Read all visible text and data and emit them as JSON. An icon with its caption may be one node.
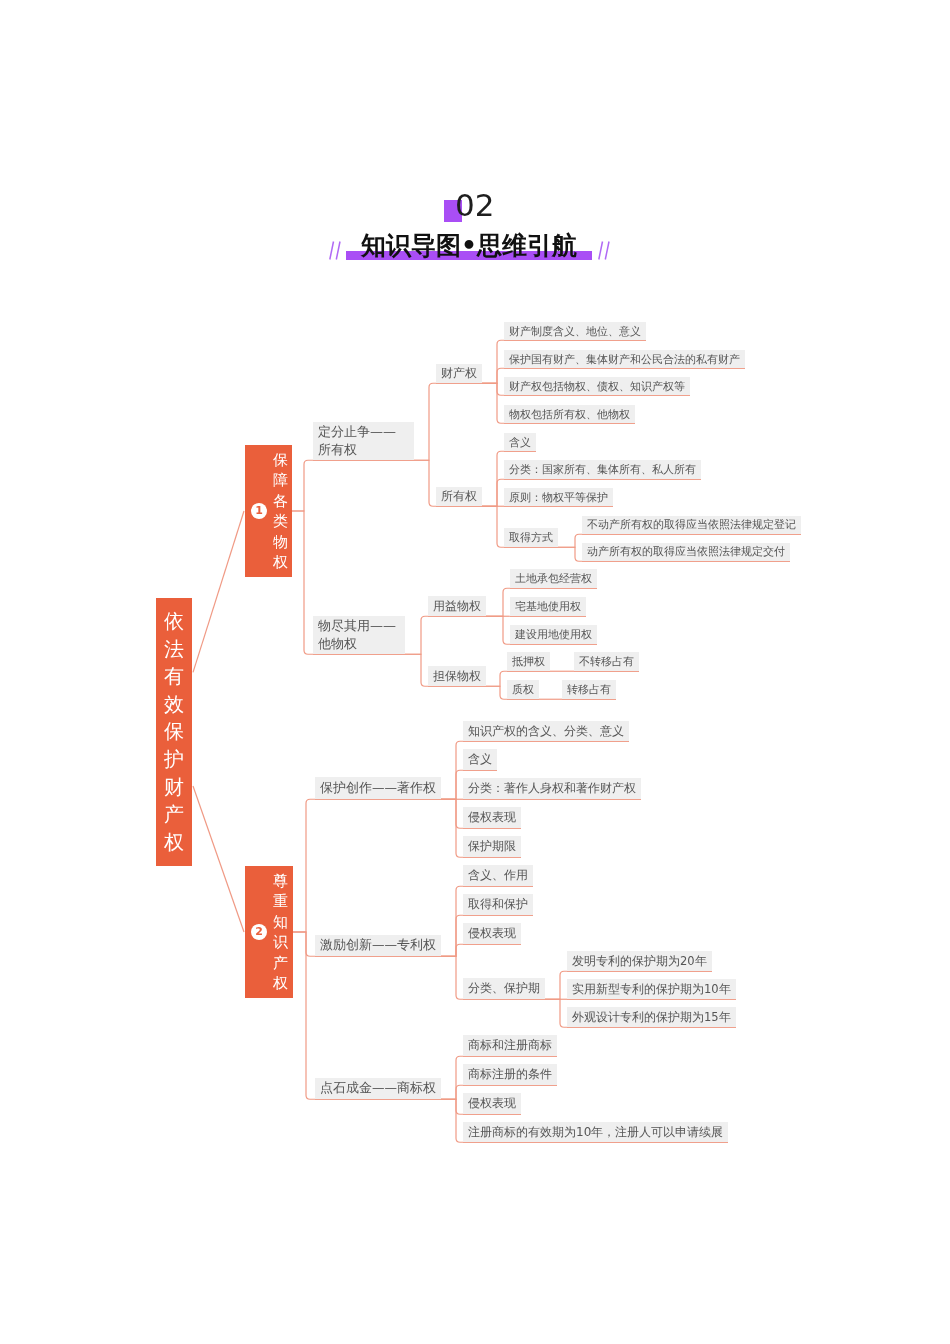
{
  "diagram": {
    "title": "知识导图•思维引航",
    "nodes": [
      {
        "text": [
          "依法有效保护财产权"
        ]
      },
      {
        "text": [
          "1",
          "保障各类物权"
        ]
      },
      {
        "text": [
          "定分止争——所有权"
        ]
      },
      {
        "text": [
          "财产权"
        ]
      },
      {
        "text": [
          "财产制度含义、地位、意义"
        ]
      },
      {
        "text": [
          "保护国有财产、集体财产和公民合法的私有财产"
        ]
      },
      {
        "text": [
          "财产权包括物权、债权、知识产权等"
        ]
      },
      {
        "text": [
          "物权包括所有权、他物权"
        ]
      },
      {
        "text": [
          "所有权"
        ]
      },
      {
        "text": [
          "含义"
        ]
      },
      {
        "text": [
          "分类：国家所有、集体所有、私人所有"
        ]
      },
      {
        "text": [
          "原则：物权平等保护"
        ]
      },
      {
        "text": [
          "取得方式"
        ]
      },
      {
        "text": [
          "不动产所有权的取得应当依照法律规定登记"
        ]
      },
      {
        "text": [
          "动产所有权的取得应当依照法律规定交付"
        ]
      },
      {
        "text": [
          "物尽其用——他物权"
        ]
      },
      {
        "text": [
          "用益物权"
        ]
      },
      {
        "text": [
          "土地承包经营权"
        ]
      },
      {
        "text": [
          "宅基地使用权"
        ]
      },
      {
        "text": [
          "建设用地使用权"
        ]
      },
      {
        "text": [
          "担保物权"
        ]
      },
      {
        "text": [
          "抵押权"
        ]
      },
      {
        "text": [
          "不转移占有"
        ]
      },
      {
        "text": [
          "质权"
        ]
      },
      {
        "text": [
          "转移占有"
        ]
      },
      {
        "text": [
          "2",
          "尊重知识产权"
        ]
      },
      {
        "text": [
          "保护创作——著作权"
        ]
      },
      {
        "text": [
          "知识产权的含义、分类、意义"
        ]
      },
      {
        "text": [
          "含义"
        ]
      },
      {
        "text": [
          "分类：著作人身权和著作财产权"
        ]
      },
      {
        "text": [
          "侵权表现"
        ]
      },
      {
        "text": [
          "保护期限"
        ]
      },
      {
        "text": [
          "激励创新——专利权"
        ]
      },
      {
        "text": [
          "含义、作用"
        ]
      },
      {
        "text": [
          "取得和保护"
        ]
      },
      {
        "text": [
          "侵权表现"
        ]
      },
      {
        "text": [
          "分类、保护期"
        ]
      },
      {
        "text": [
          "发明专利的保护期为20年"
        ]
      },
      {
        "text": [
          "实用新型专利的保护期为10年"
        ]
      },
      {
        "text": [
          "外观设计专利的保护期为15年"
        ]
      },
      {
        "text": [
          "点石成金——商标权"
        ]
      },
      {
        "text": [
          "商标和注册商标"
        ]
      },
      {
        "text": [
          "商标注册的条件"
        ]
      },
      {
        "text": [
          "侵权表现"
        ]
      },
      {
        "text": [
          "注册商标的有效期为10年，注册人可以申请续展"
        ]
      }
    ],
    "edges": [
      {
        "from": 0,
        "to": 1,
        "arrow": "none"
      },
      {
        "from": 0,
        "to": 25,
        "arrow": "none"
      },
      {
        "from": 1,
        "to": 2,
        "arrow": "none"
      },
      {
        "from": 1,
        "to": 15,
        "arrow": "none"
      },
      {
        "from": 2,
        "to": 3,
        "arrow": "none"
      },
      {
        "from": 2,
        "to": 8,
        "arrow": "none"
      },
      {
        "from": 3,
        "to": 4,
        "arrow": "none"
      },
      {
        "from": 3,
        "to": 5,
        "arrow": "none"
      },
      {
        "from": 3,
        "to": 6,
        "arrow": "none"
      },
      {
        "from": 3,
        "to": 7,
        "arrow": "none"
      },
      {
        "from": 8,
        "to": 9,
        "arrow": "none"
      },
      {
        "from": 8,
        "to": 10,
        "arrow": "none"
      },
      {
        "from": 8,
        "to": 11,
        "arrow": "none"
      },
      {
        "from": 8,
        "to": 12,
        "arrow": "none"
      },
      {
        "from": 12,
        "to": 13,
        "arrow": "none"
      },
      {
        "from": 12,
        "to": 14,
        "arrow": "none"
      },
      {
        "from": 15,
        "to": 16,
        "arrow": "none"
      },
      {
        "from": 15,
        "to": 20,
        "arrow": "none"
      },
      {
        "from": 16,
        "to": 17,
        "arrow": "none"
      },
      {
        "from": 16,
        "to": 18,
        "arrow": "none"
      },
      {
        "from": 16,
        "to": 19,
        "arrow": "none"
      },
      {
        "from": 20,
        "to": 21,
        "arrow": "none"
      },
      {
        "from": 20,
        "to": 23,
        "arrow": "none"
      },
      {
        "from": 21,
        "to": 22,
        "arrow": "none"
      },
      {
        "from": 23,
        "to": 24,
        "arrow": "none"
      },
      {
        "from": 25,
        "to": 26,
        "arrow": "none"
      },
      {
        "from": 25,
        "to": 32,
        "arrow": "none"
      },
      {
        "from": 25,
        "to": 40,
        "arrow": "none"
      },
      {
        "from": 26,
        "to": 27,
        "arrow": "none"
      },
      {
        "from": 26,
        "to": 28,
        "arrow": "none"
      },
      {
        "from": 26,
        "to": 29,
        "arrow": "none"
      },
      {
        "from": 26,
        "to": 30,
        "arrow": "none"
      },
      {
        "from": 26,
        "to": 31,
        "arrow": "none"
      },
      {
        "from": 32,
        "to": 33,
        "arrow": "none"
      },
      {
        "from": 32,
        "to": 34,
        "arrow": "none"
      },
      {
        "from": 32,
        "to": 35,
        "arrow": "none"
      },
      {
        "from": 32,
        "to": 36,
        "arrow": "none"
      },
      {
        "from": 36,
        "to": 37,
        "arrow": "none"
      },
      {
        "from": 36,
        "to": 38,
        "arrow": "none"
      },
      {
        "from": 36,
        "to": 39,
        "arrow": "none"
      },
      {
        "from": 40,
        "to": 41,
        "arrow": "none"
      },
      {
        "from": 40,
        "to": 42,
        "arrow": "none"
      },
      {
        "from": 40,
        "to": 43,
        "arrow": "none"
      },
      {
        "from": 40,
        "to": 44,
        "arrow": "none"
      }
    ],
    "labels": [
      "02"
    ]
  }
}
